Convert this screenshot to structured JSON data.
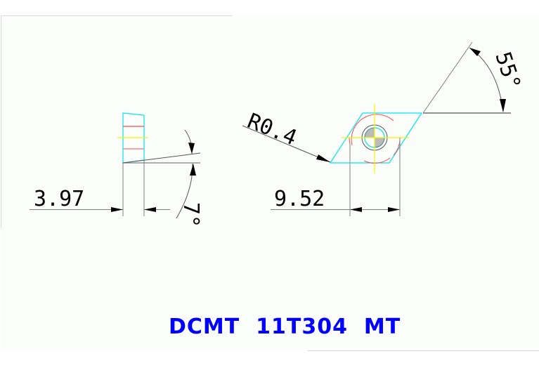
{
  "drawing": {
    "title": "DCMT  11T304  MT",
    "colors": {
      "title": "#0000ff",
      "insert_outline": "#00e5ee",
      "center_line": "#f5f500",
      "hidden_line": "#ff4d4d",
      "dimension_line": "#000000",
      "extension_line": "#808080",
      "background_panel": "#fbfdfb",
      "panel_border": "#d8d8d8"
    },
    "side_view": {
      "thickness_dim": "3.97",
      "clearance_angle": "7°"
    },
    "top_view": {
      "corner_radius": "R0.4",
      "inscribed_circle_dim": "9.52",
      "included_angle": "55°"
    }
  }
}
